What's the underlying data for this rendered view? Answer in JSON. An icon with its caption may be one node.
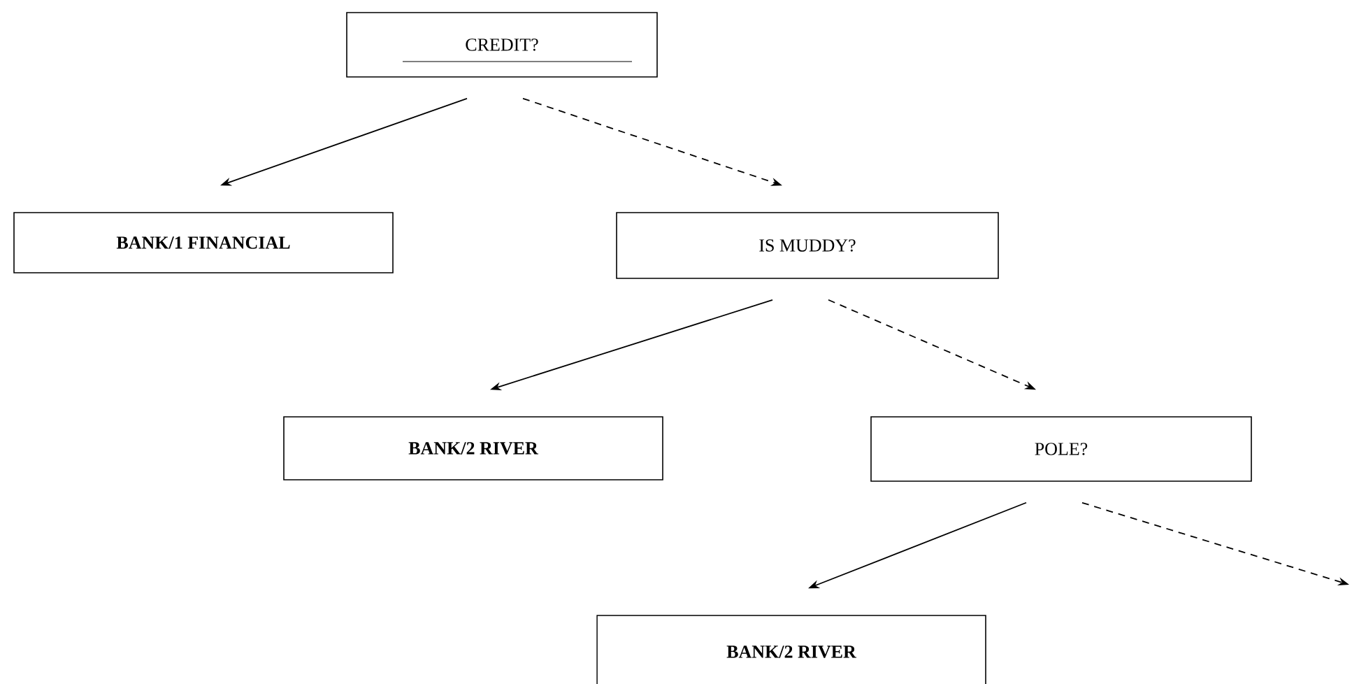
{
  "diagram": {
    "nodes": [
      {
        "text": [
          "CREDIT?"
        ]
      },
      {
        "text": [
          "BANK/1 FINANCIAL"
        ]
      },
      {
        "text": [
          "IS MUDDY?"
        ]
      },
      {
        "text": [
          "BANK/2 RIVER"
        ]
      },
      {
        "text": [
          "POLE?"
        ]
      },
      {
        "text": [
          "BANK/2 RIVER"
        ]
      }
    ],
    "edges": [
      {
        "from": 0,
        "to": 1,
        "arrow": "to"
      },
      {
        "from": 0,
        "to": 2,
        "arrow": "to",
        "style": "dashed"
      },
      {
        "from": 2,
        "to": 3,
        "arrow": "to"
      },
      {
        "from": 2,
        "to": 4,
        "arrow": "to",
        "style": "dashed"
      },
      {
        "from": 4,
        "to": 5,
        "arrow": "to"
      },
      {
        "from": 4,
        "to": null,
        "arrow": "to",
        "style": "dashed"
      }
    ]
  }
}
